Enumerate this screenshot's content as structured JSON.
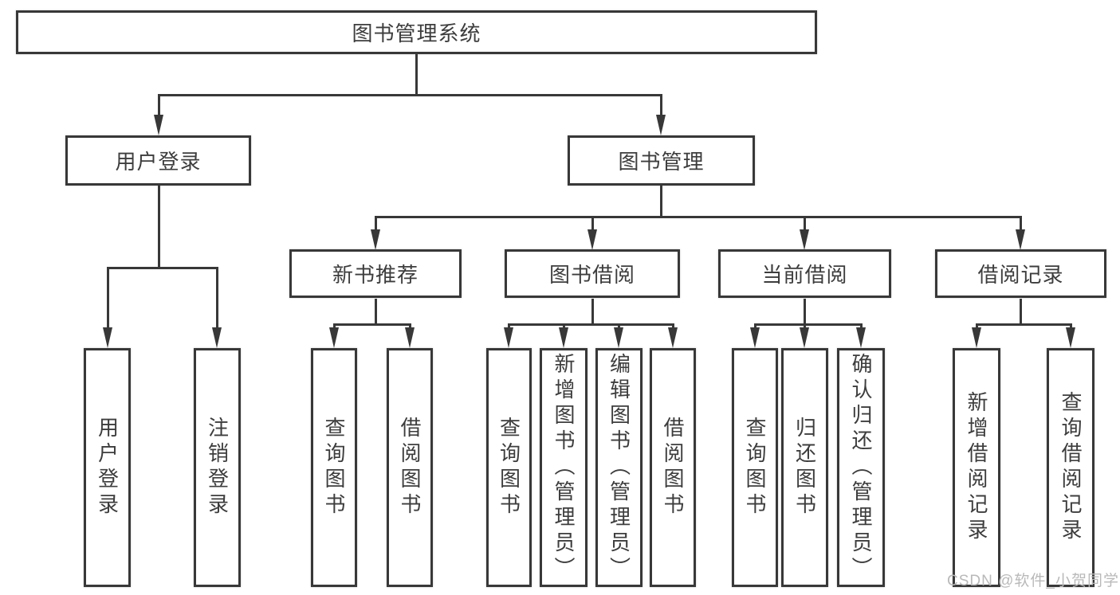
{
  "tree": {
    "label": "图书管理系统",
    "children": [
      {
        "label": "用户登录",
        "children": [
          {
            "label": "用户登录"
          },
          {
            "label": "注销登录"
          }
        ]
      },
      {
        "label": "图书管理",
        "children": [
          {
            "label": "新书推荐",
            "children": [
              {
                "label": "查询图书"
              },
              {
                "label": "借阅图书"
              }
            ]
          },
          {
            "label": "图书借阅",
            "children": [
              {
                "label": "查询图书"
              },
              {
                "label": "新增图书（管理员）"
              },
              {
                "label": "编辑图书（管理员）"
              },
              {
                "label": "借阅图书"
              }
            ]
          },
          {
            "label": "当前借阅",
            "children": [
              {
                "label": "查询图书"
              },
              {
                "label": "归还图书"
              },
              {
                "label": "确认归还（管理员）"
              }
            ]
          },
          {
            "label": "借阅记录",
            "children": [
              {
                "label": "新增借阅记录"
              },
              {
                "label": "查询借阅记录"
              }
            ]
          }
        ]
      }
    ]
  },
  "watermark": {
    "text": "CSDN @软件_小贺同学"
  },
  "colors": {
    "line": "#383838",
    "text": "#3d3d3d",
    "watermark": "#b9b9b9",
    "background": "#ffffff"
  }
}
